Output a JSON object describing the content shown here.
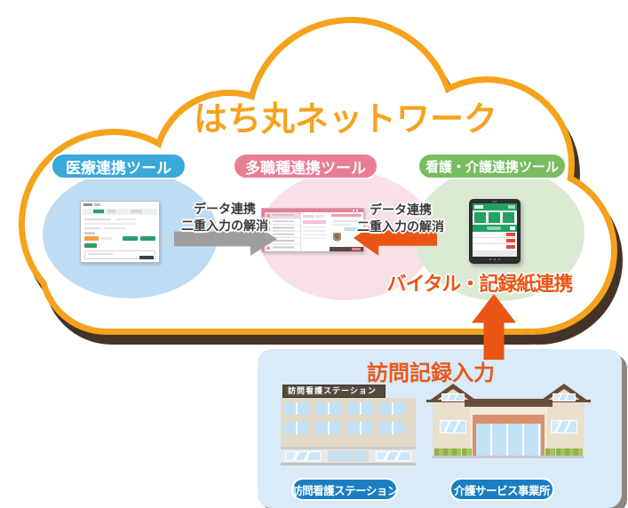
{
  "diagram_title": "はち丸ネットワーク",
  "tools": [
    {
      "label": "医療連携ツール",
      "pill_color": "#39A8DA",
      "area_color": "#BFDCF3"
    },
    {
      "label": "多職種連携ツール",
      "pill_color": "#E87E95",
      "area_color": "#F9E0E6"
    },
    {
      "label": "看護・介護連携ツール",
      "pill_color": "#79BC61",
      "area_color": "#D9E9D2"
    }
  ],
  "data_links": [
    {
      "direction": "medical-to-multidisciplinary",
      "line1": "データ連携",
      "line2": "二重入力の解消",
      "arrow_color": "#9E9E9F"
    },
    {
      "direction": "care-to-multidisciplinary",
      "line1": "データ連携",
      "line2": "二重入力の解消",
      "arrow_color": "#E95513"
    }
  ],
  "vital_link_label": "バイタル・記録紙連携",
  "visit_panel": {
    "title": "訪問記録入力",
    "building_sign": "訪問看護ステーション",
    "facilities": [
      "訪問看護ステーション",
      "介護サービス事業所"
    ],
    "panel_color": "#D9EAF8",
    "facility_pill_color": "#1B7EC2"
  },
  "colors": {
    "brand_orange": "#F6A21E",
    "cloud_border": "#F5A21C",
    "accent_orange_red": "#E95513",
    "vital_text": "#EA5514",
    "arrow_gray": "#9E9E9F"
  }
}
